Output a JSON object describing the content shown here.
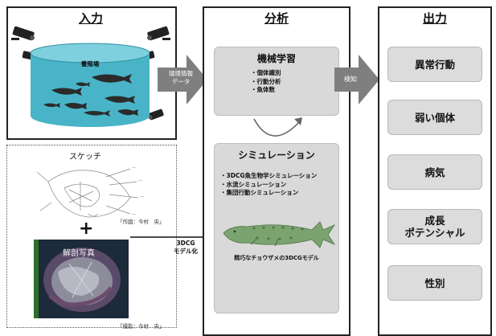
{
  "input": {
    "title": "入力",
    "tank_label": "養殖場",
    "sketch_label": "スケッチ",
    "sketch_credit": "「作図：今村　央」",
    "plus": "+",
    "photo_label": "解剖写真",
    "photo_credit": "「撮影：今村　央」"
  },
  "analysis": {
    "title": "分析",
    "ml_title": "機械学習",
    "ml_items": [
      "・個体識別",
      "・行動分析",
      "・魚体数"
    ],
    "sim_title": "シミュレーション",
    "sim_items": [
      "・3DCG魚生物学シミュレーション",
      "・水流シミュレーション",
      "・集団行動シミュレーション"
    ],
    "model_caption": "精巧なチョウザメの3DCGモデル"
  },
  "output": {
    "title": "出力",
    "items": [
      "異常行動",
      "弱い個体",
      "病気",
      "成長\nポテンシャル",
      "性別"
    ]
  },
  "arrows": {
    "env_data": "環境情報\nデータ",
    "detect": "検知",
    "model_3dcg": "3DCG\nモデル化"
  },
  "colors": {
    "water": "#49b4c8",
    "box_gray": "#d9d9d9",
    "arrow_gray": "#7f7f7f",
    "fish_green": "#7ba36f"
  }
}
